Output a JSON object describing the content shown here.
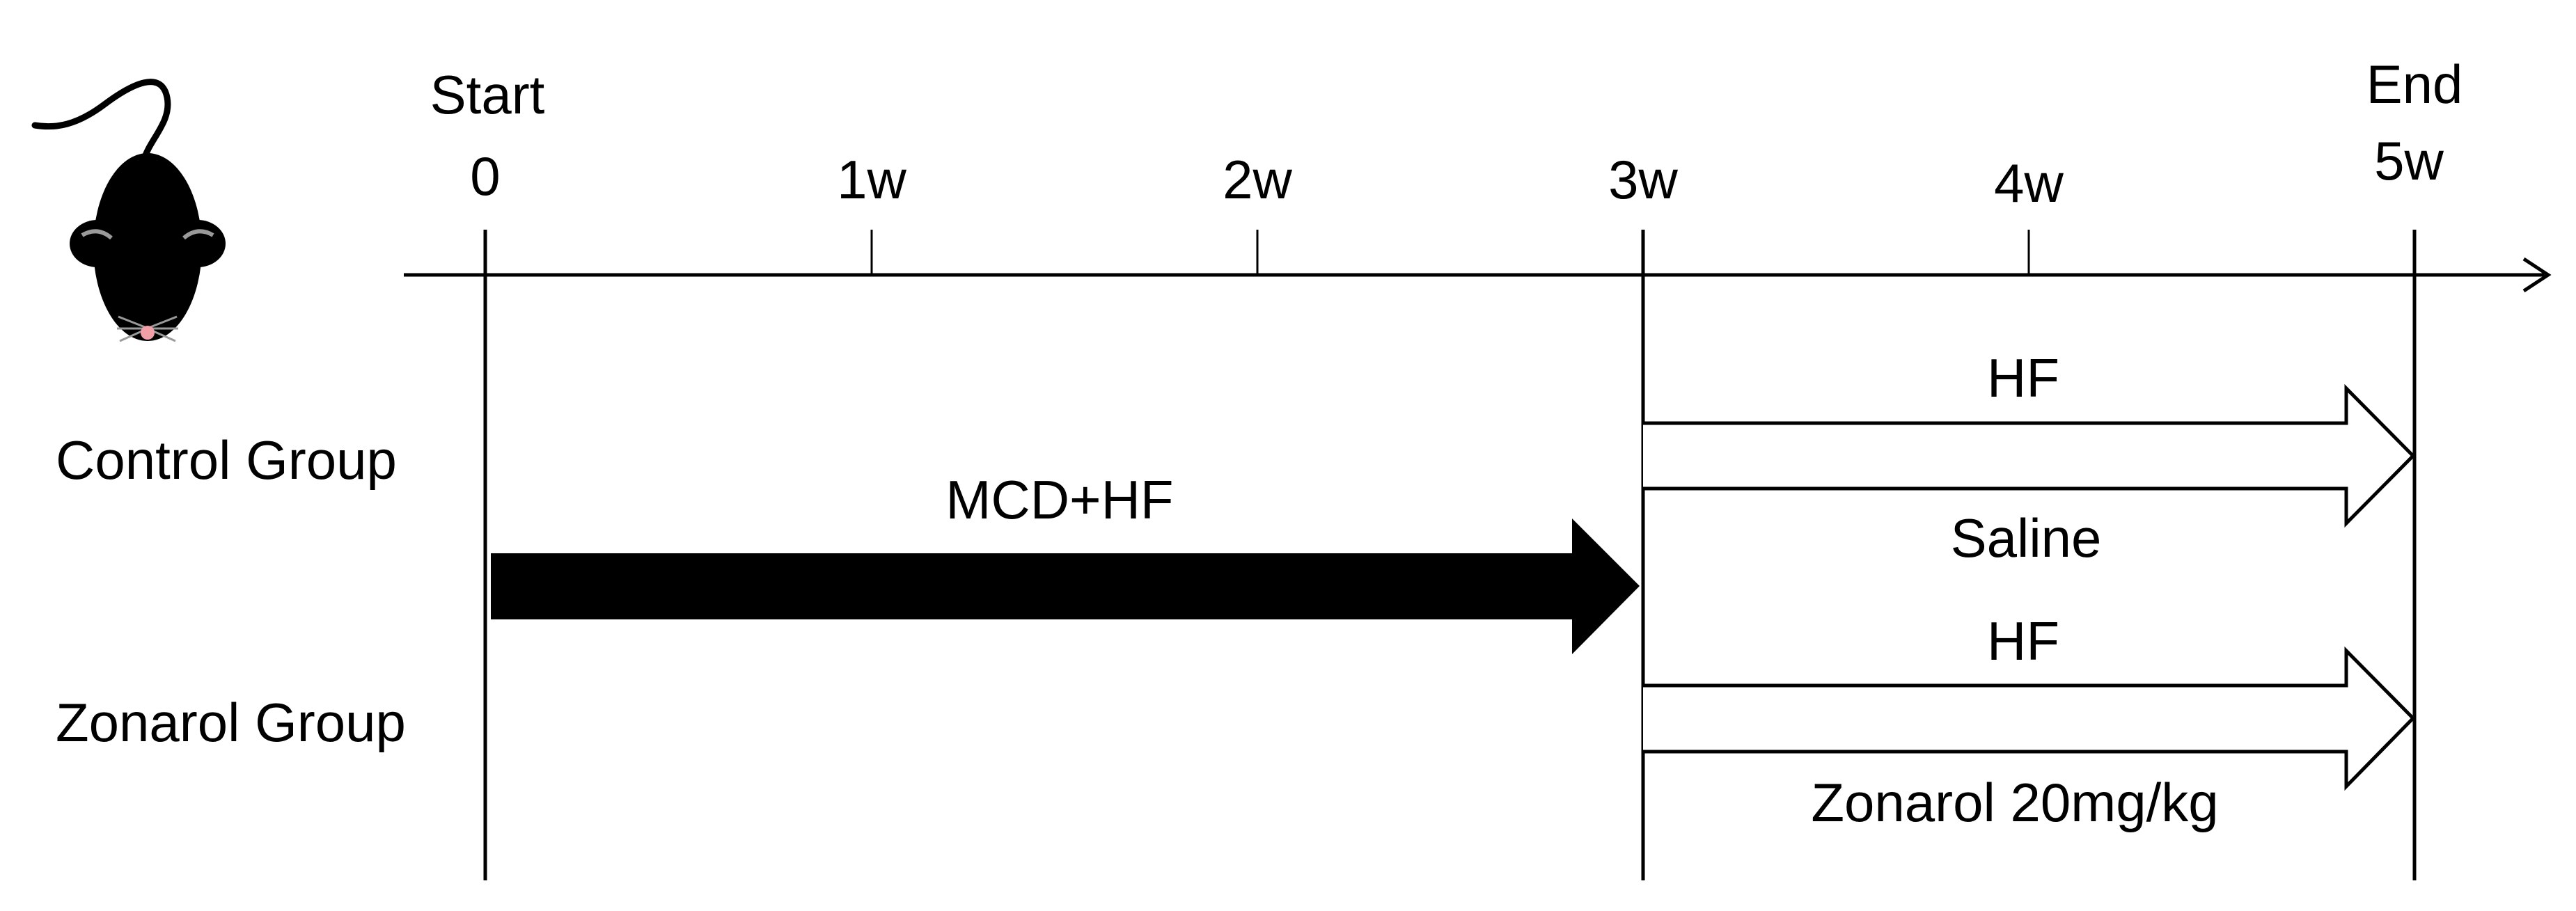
{
  "timeline": {
    "start_label": "Start",
    "end_label": "End",
    "ticks": [
      "0",
      "1w",
      "2w",
      "3w",
      "4w",
      "5w"
    ]
  },
  "groups": {
    "control": "Control Group",
    "zonarol": "Zonarol Group"
  },
  "phase1": {
    "label": "MCD+HF"
  },
  "phase2": {
    "control_top": "HF",
    "control_bottom": "Saline",
    "zonarol_top": "HF",
    "zonarol_bottom": "Zonarol 20mg/kg"
  },
  "icons": {
    "subject": "mouse-icon"
  },
  "colors": {
    "ink": "#000000",
    "background": "#ffffff",
    "mouse_nose": "#f2a0a8"
  }
}
